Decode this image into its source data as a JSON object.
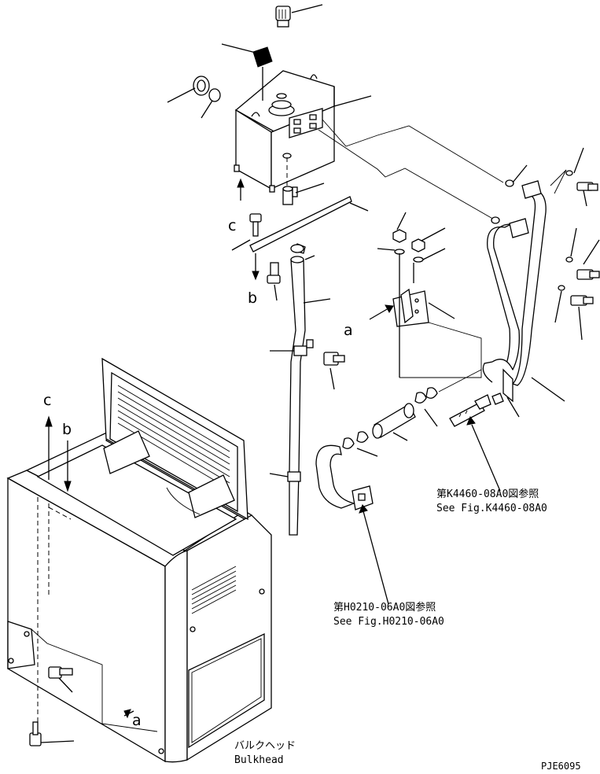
{
  "callouts": {
    "a": "a",
    "b": "b",
    "c": "c"
  },
  "references": [
    {
      "jp": "第K4460-08A0図参照",
      "en": "See Fig.K4460-08A0"
    },
    {
      "jp": "第H0210-06A0図参照",
      "en": "See Fig.H0210-06A0"
    }
  ],
  "bulkhead": {
    "jp": "バルクヘッド",
    "en": "Bulkhead"
  },
  "drawing_code": "PJE6095"
}
